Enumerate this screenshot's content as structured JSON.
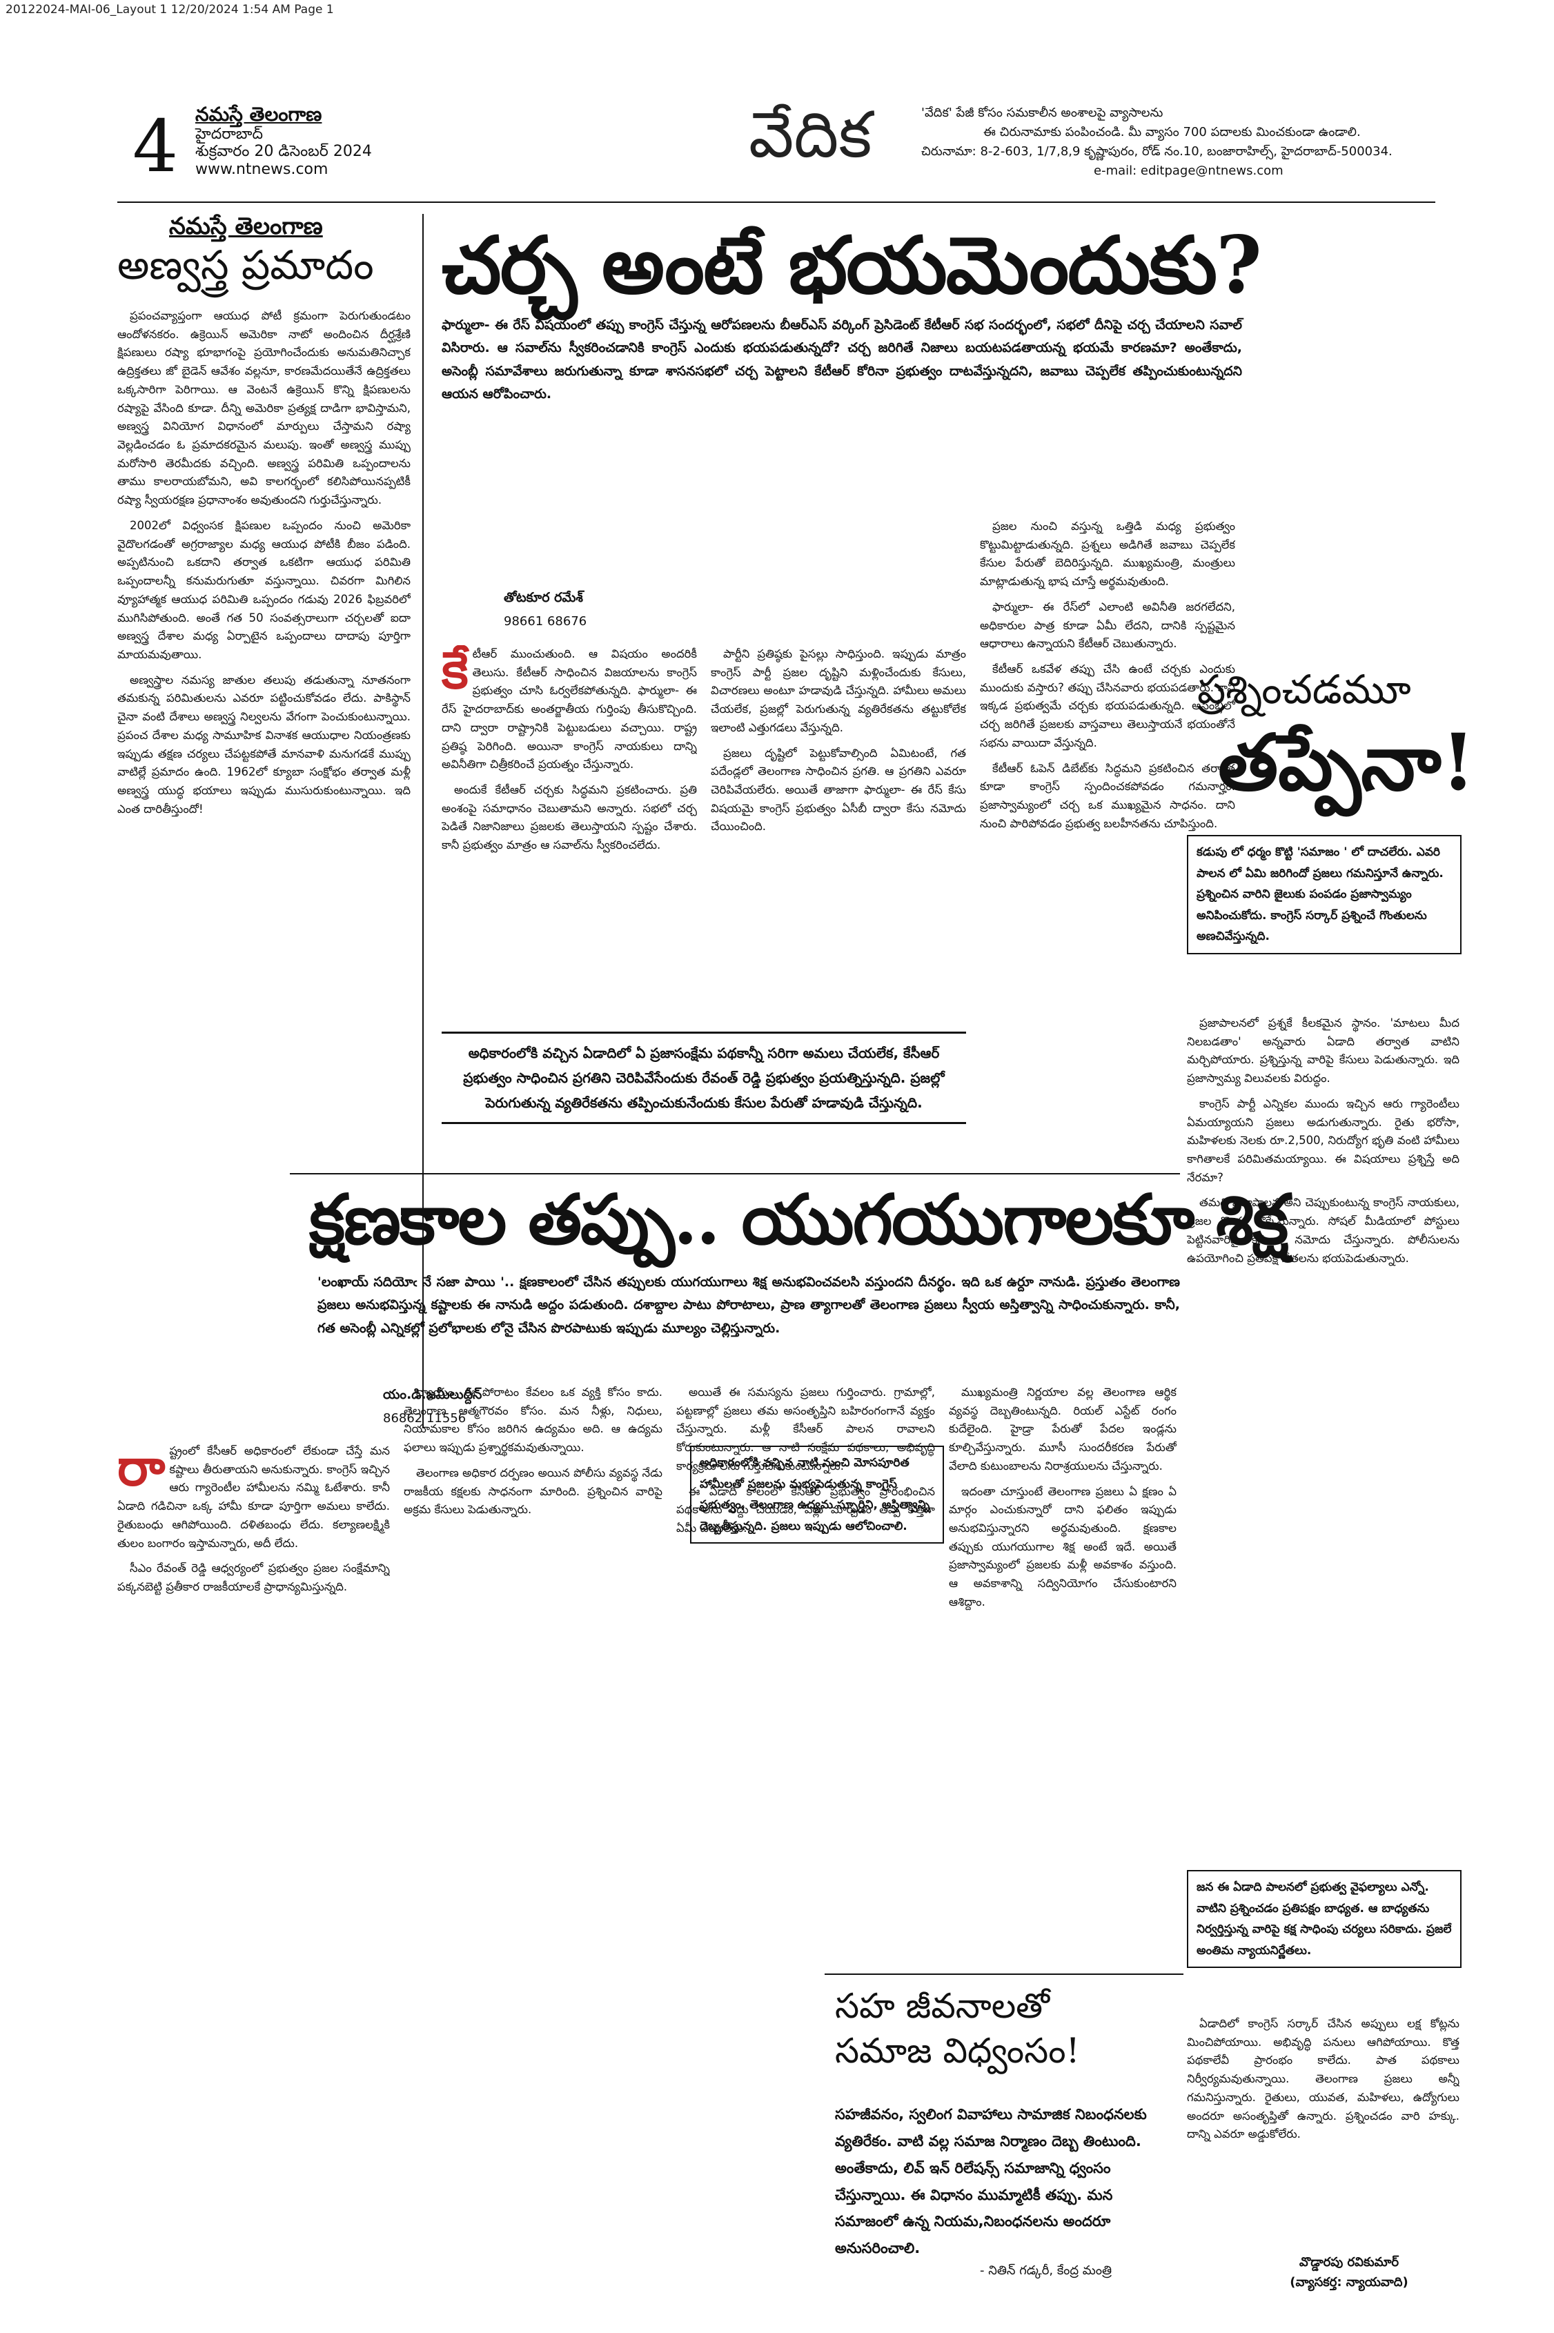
{
  "print_header": {
    "file_info": "20122024-MAI-06_Layout 1  12/20/2024  1:54 AM  Page 1"
  },
  "masthead": {
    "page_number": "4",
    "paper_name": "నమస్తే తెలంగాణ",
    "city": "హైదరాబాద్",
    "date": "శుక్రవారం 20 డిసెంబర్ 2024",
    "website": "www.ntnews.com",
    "section_title": "వేదిక",
    "contact": {
      "line1": "'వేదిక' పేజీ కోసం సమకాలీన అంశాలపై వ్యాసాలను",
      "line2": "ఈ చిరునామాకు పంపించండి. మీ వ్యాసం 700 పదాలకు మించకుండా ఉండాలి.",
      "line3": "చిరునామా: 8-2-603, 1/7,8,9 కృష్ణాపురం, రోడ్ నం.10, బంజారాహిల్స్, హైదరాబాద్-500034.",
      "line4": "e-mail: editpage@ntnews.com"
    }
  },
  "editorial": {
    "label": "నమస్తే తెలంగాణ",
    "title": "అణ్వస్త్ర ప్రమాదం",
    "paragraphs": [
      "ప్రపంచవ్యాప్తంగా ఆయుధ పోటీ క్రమంగా పెరుగుతుండటం ఆందోళనకరం. ఉక్రెయిన్ అమెరికా నాటో అందించిన దీర్ఘశ్రేణి క్షిపణులు రష్యా భూభాగంపై ప్రయోగించేందుకు అనుమతినిచ్చాక ఉద్రిక్తతలు జో బైడెన్ ఆవేశం వల్లనూ, కారణమేదయితేనే ఉద్రిక్తతలు ఒక్కసారిగా పెరిగాయి. ఆ వెంటనే ఉక్రెయిన్ కొన్ని క్షిపణులను రష్యాపై వేసింది కూడా. దీన్ని అమెరికా ప్రత్యక్ష దాడిగా భావిస్తామని, అణ్వస్త్ర వినియోగ విధానంలో మార్పులు చేస్తామని రష్యా వెల్లడించడం ఓ ప్రమాదకరమైన మలుపు. ఇంతో అణ్వస్త్ర ముప్పు మరోసారి తెరమీదకు వచ్చింది. అణ్వస్త్ర పరిమితి ఒప్పందాలను తాము కాలరాయబోమని, అవి కాలగర్భంలో కలిసిపోయినప్పటికీ రష్యా స్వీయరక్షణ ప్రధానాంశం అవుతుందని గుర్తుచేస్తున్నారు.",
      "2002లో విధ్వంసక క్షిపణుల ఒప్పందం నుంచి అమెరికా వైదొలగడంతో అగ్రరాజ్యాల మధ్య ఆయుధ పోటీకి బీజం పడింది. అప్పటినుంచి ఒకదాని తర్వాత ఒకటిగా ఆయుధ పరిమితి ఒప్పందాలన్నీ కనుమరుగుతూ వస్తున్నాయి. చివరగా మిగిలిన వ్యూహాత్మక ఆయుధ పరిమితి ఒప్పందం గడువు 2026 ఫిబ్రవరిలో ముగిసిపోతుంది. అంతే గత 50 సంవత్సరాలుగా చర్చలతో ఐదా అణ్వస్త్ర దేశాల మధ్య ఏర్పాటైన ఒప్పందాలు దాదాపు పూర్తిగా మాయమవుతాయి.",
      "అణ్వస్త్రాల నమస్య జాతుల తలుపు తడుతున్నా నూతనంగా తమకున్న పరిమితులను ఎవరూ పట్టించుకోవడం లేదు. పాకిస్థాన్ చైనా వంటి దేశాలు అణ్వస్త్ర నిల్వలను వేగంగా పెంచుకుంటున్నాయి. ప్రపంచ దేశాల మధ్య సామూహిక వినాశక ఆయుధాల నియంత్రణకు ఇప్పుడు తక్షణ చర్యలు చేపట్టకపోతే మానవాళి మనుగడకే ముప్పు వాటిల్లే ప్రమాదం ఉంది. 1962లో క్యూబా సంక్షోభం తర్వాత మళ్లీ అణ్వస్త్ర యుద్ధ భయాలు ఇప్పుడు ముసురుకుంటున్నాయి. ఇది ఎంత దారితీస్తుందో!"
    ]
  },
  "lead_article": {
    "headline": "చర్చ అంటే భయమెందుకు?",
    "standfirst": "ఫార్ములా- ఈ రేస్ విషయంలో తప్పు కాంగ్రెస్ చేస్తున్న ఆరోపణలను బీఆర్‌ఎస్ వర్కింగ్ ప్రెసిడెంట్ కేటీఆర్ సభ సందర్భంలో, సభలో దీనిపై చర్చ చేయాలని సవాల్ విసిరారు. ఆ సవాల్‌ను స్వీకరించడానికి కాంగ్రెస్ ఎందుకు భయపడుతున్నదో? చర్చ జరిగితే నిజాలు బయటపడతాయన్న భయమే కారణమా? అంతేకాదు, అసెంబ్లీ సమావేశాలు జరుగుతున్నా కూడా శాసనసభలో చర్చ పెట్టాలని కేటీఆర్ కోరినా ప్రభుత్వం దాటవేస్తున్నదని, జవాబు చెప్పలేక తప్పించుకుంటున్నదని ఆయన ఆరోపించారు.",
    "author": "తోటకూర రమేశ్",
    "phone": "98661 68676",
    "dropcap": "కే",
    "col1": [
      "టీఆర్ ముంచుతుంది. ఆ విషయం అందరికీ తెలుసు. కేటీఆర్ సాధించిన విజయాలను కాంగ్రెస్ ప్రభుత్వం చూసి ఓర్వలేకపోతున్నది. ఫార్ములా- ఈ రేస్ హైదరాబాద్‌కు అంతర్జాతీయ గుర్తింపు తీసుకొచ్చింది. దాని ద్వారా రాష్ట్రానికి పెట్టుబడులు వచ్చాయి. రాష్ట్ర ప్రతిష్ఠ పెరిగింది. అయినా కాంగ్రెస్ నాయకులు దాన్ని అవినీతిగా చిత్రీకరించే ప్రయత్నం చేస్తున్నారు.",
      "అందుకే కేటీఆర్ చర్చకు సిద్ధమని ప్రకటించారు. ప్రతి అంశంపై సమాధానం చెబుతామని అన్నారు. సభలో చర్చ పెడితే నిజానిజాలు ప్రజలకు తెలుస్తాయని స్పష్టం చేశారు. కానీ ప్రభుత్వం మాత్రం ఆ సవాల్‌ను స్వీకరించలేదు."
    ],
    "col2": [
      "పార్టీని ప్రతిష్ఠకు పైసల్లు సాధిస్తుంది. ఇప్పుడు మాత్రం కాంగ్రెస్ పార్టీ ప్రజల దృష్టిని మళ్లించేందుకు కేసులు, విచారణలు అంటూ హడావుడి చేస్తున్నది. హామీలు అమలు చేయలేక, ప్రజల్లో పెరుగుతున్న వ్యతిరేకతను తట్టుకోలేక ఇలాంటి ఎత్తుగడలు వేస్తున్నది.",
      "ప్రజలు దృష్టిలో పెట్టుకోవాల్సింది ఏమిటంటే, గత పదేండ్లలో తెలంగాణ సాధించిన ప్రగతి. ఆ ప్రగతిని ఎవరూ చెరిపివేయలేరు. అయితే తాజాగా ఫార్ములా- ఈ రేస్ కేసు విషయమై కాంగ్రెస్ ప్రభుత్వం ఏసీబీ ద్వారా కేసు నమోదు చేయించింది."
    ],
    "col3": [
      "ప్రజల నుంచి వస్తున్న ఒత్తిడి మధ్య ప్రభుత్వం కొట్టుమిట్టాడుతున్నది. ప్రశ్నలు అడిగితే జవాబు చెప్పలేక కేసుల పేరుతో బెదిరిస్తున్నది. ముఖ్యమంత్రి, మంత్రులు మాట్లాడుతున్న భాష చూస్తే అర్థమవుతుంది.",
      "ఫార్ములా- ఈ రేస్‌లో ఎలాంటి అవినీతి జరగలేదని, అధికారుల పాత్ర కూడా ఏమీ లేదని, దానికి స్పష్టమైన ఆధారాలు ఉన్నాయని కేటీఆర్ చెబుతున్నారు.",
      "కేటీఆర్ ఒకవేళ తప్పు చేసి ఉంటే చర్చకు ఎందుకు ముందుకు వస్తారు? తప్పు చేసినవారు భయపడతారు. కానీ ఇక్కడ ప్రభుత్వమే చర్చకు భయపడుతున్నది. అసెంబ్లీలో చర్చ జరిగితే ప్రజలకు వాస్తవాలు తెలుస్తాయనే భయంతోనే సభను వాయిదా వేస్తున్నది.",
      "కేటీఆర్ ఓపెన్ డిబేట్‌కు సిద్ధమని ప్రకటించిన తర్వాత కూడా కాంగ్రెస్ స్పందించకపోవడం గమనార్హం. ప్రజాస్వామ్యంలో చర్చ ఒక ముఖ్యమైన సాధనం. దాని నుంచి పారిపోవడం ప్రభుత్వ బలహీనతను చూపిస్తుంది."
    ],
    "pullquote": "అధికారంలోకి వచ్చిన ఏడాదిలో ఏ ప్రజాసంక్షేమ పథకాన్నీ సరిగా అమలు చేయలేక, కేసీఆర్ ప్రభుత్వం సాధించిన ప్రగతిని చెరిపివేసేందుకు రేవంత్ రెడ్డి ప్రభుత్వం ప్రయత్నిస్తున్నది. ప్రజల్లో పెరుగుతున్న వ్యతిరేకతను తప్పించుకునేందుకు కేసుల పేరుతో హడావుడి చేస్తున్నది."
  },
  "question_column": {
    "title_line1": "ప్రశ్నించడమూ",
    "title_line2": "తప్పేనా!",
    "box": "కడుపు లో ధర్మం కొట్టి 'సమాజం ' లో దాచలేరు. ఎవరి పాలన లో ఏమి జరిగిందో ప్రజలు గమనిస్తూనే ఉన్నారు. ప్రశ్నించిన వారిని జైలుకు పంపడం ప్రజాస్వామ్యం అనిపించుకోదు. కాంగ్రెస్ సర్కార్ ప్రశ్నించే గొంతులను అణచివేస్తున్నది.",
    "paragraphs": [
      "ప్రజాపాలనలో ప్రశ్నకే కీలకమైన స్థానం. 'మాటలు మీద నిలబడతాం' అన్నవారు ఏడాది తర్వాత వాటిని మర్చిపోయారు. ప్రశ్నిస్తున్న వారిపై కేసులు పెడుతున్నారు. ఇది ప్రజాస్వామ్య విలువలకు విరుద్ధం.",
      "కాంగ్రెస్ పార్టీ ఎన్నికల ముందు ఇచ్చిన ఆరు గ్యారెంటీలు ఏమయ్యాయని ప్రజలు అడుగుతున్నారు. రైతు భరోసా, మహిళలకు నెలకు రూ.2,500, నిరుద్యోగ భృతి వంటి హామీలు కాగితాలకే పరిమితమయ్యాయి. ఈ విషయాలు ప్రశ్నిస్తే అది నేరమా?",
      "తమది ప్రజాపాలన అని చెప్పుకుంటున్న కాంగ్రెస్ నాయకులు, ప్రజల గొంతు నొక్కేస్తున్నారు. సోషల్ మీడియాలో పోస్టులు పెట్టినవారిపై కేసులు నమోదు చేస్తున్నారు. పోలీసులను ఉపయోగించి ప్రతిపక్ష నేతలను భయపెడుతున్నారు."
    ],
    "box2": "జన ఈ ఏడాది పాలనలో ప్రభుత్వ వైఫల్యాలు ఎన్నో. వాటిని ప్రశ్నించడం ప్రతిపక్షం బాధ్యత. ఆ బాధ్యతను నిర్వర్తిస్తున్న వారిపై కక్ష సాధింపు చర్యలు సరికాదు. ప్రజలే అంతిమ న్యాయనిర్ణేతలు.",
    "paragraphs2": [
      "ఏడాదిలో కాంగ్రెస్ సర్కార్ చేసిన అప్పులు లక్ష కోట్లను మించిపోయాయి. అభివృద్ధి పనులు ఆగిపోయాయి. కొత్త పథకాలేవీ ప్రారంభం కాలేదు. పాత పథకాలు నిర్వీర్యమవుతున్నాయి. తెలంగాణ ప్రజలు అన్నీ గమనిస్తున్నారు. రైతులు, యువత, మహిళలు, ఉద్యోగులు అందరూ అసంతృప్తితో ఉన్నారు. ప్రశ్నించడం వారి హక్కు. దాన్ని ఎవరూ అడ్డుకోలేరు."
    ],
    "author": "వొడ్డారపు రవికుమార్",
    "author_role": "(వ్యాసకర్త: న్యాయవాది)"
  },
  "second_article": {
    "headline": "క్షణకాల తప్పు.. యుగయుగాలకూ శిక్ష",
    "standfirst": "'లంఖాయ్ సదియోఁ నే సజా పాయి '.. క్షణకాలంలో చేసిన తప్పులకు యుగయుగాలు శిక్ష అనుభవించవలసి వస్తుందని దీనర్థం. ఇది ఒక ఉర్దూ నానుడి. ప్రస్తుతం తెలంగాణ ప్రజలు అనుభవిస్తున్న కష్టాలకు ఈ నానుడి అద్దం పడుతుంది. దశాబ్దాల పాటు పోరాటాలు, ప్రాణ త్యాగాలతో తెలంగాణ ప్రజలు స్వీయ అస్తిత్వాన్ని సాధించుకున్నారు. కానీ, గత అసెంబ్లీ ఎన్నికల్లో ప్రలోభాలకు లోనై చేసిన పొరపాటుకు ఇప్పుడు మూల్యం చెల్లిస్తున్నారు.",
    "author": "యం.డి.జమీలుద్దీన్",
    "phone": "86862 11556",
    "dropcap": "రా",
    "col1": [
      "ష్ట్రంలో కేసీఆర్ అధికారంలో లేకుండా చేస్తే మన కష్టాలు తీరుతాయని అనుకున్నారు. కాంగ్రెస్ ఇచ్చిన ఆరు గ్యారెంటీల హామీలను నమ్మి ఓటేశారు. కానీ ఏడాది గడిచినా ఒక్క హామీ కూడా పూర్తిగా అమలు కాలేదు. రైతుబంధు ఆగిపోయింది. దళితబంధు లేదు. కల్యాణలక్ష్మికి తులం బంగారం ఇస్తామన్నారు, అదీ లేదు.",
      "సీఎం రేవంత్ రెడ్డి ఆధ్వర్యంలో ప్రభుత్వం ప్రజల సంక్షేమాన్ని పక్కనబెట్టి ప్రతీకార రాజకీయాలకే ప్రాధాన్యమిస్తున్నది."
    ],
    "col2": [
      "న్యాయం. ఈ పోరాటం కేవలం ఒక వ్యక్తి కోసం కాదు. తెలంగాణ ఆత్మగౌరవం కోసం. మన నీళ్లు, నిధులు, నియామకాల కోసం జరిగిన ఉద్యమం అది. ఆ ఉద్యమ ఫలాలు ఇప్పుడు ప్రశ్నార్థకమవుతున్నాయి.",
      "తెలంగాణ అధికార దర్పణం అయిన పోలీసు వ్యవస్థ నేడు రాజకీయ కక్షలకు సాధనంగా మారింది. ప్రశ్నించిన వారిపై అక్రమ కేసులు పెడుతున్నారు."
    ],
    "col3": [
      "అయితే ఈ సమస్యను ప్రజలు గుర్తించారు. గ్రామాల్లో, పట్టణాల్లో ప్రజలు తమ అసంతృప్తిని బహిరంగంగానే వ్యక్తం చేస్తున్నారు. మళ్లీ కేసీఆర్ పాలన రావాలని కోరుకుంటున్నారు. ఆ నాటి సంక్షేమ పథకాలు, అభివృద్ధి కార్యక్రమాలను గుర్తుచేసుకుంటున్నారు.",
      "ఈ ఏడాది కాలంలో కేసీఆర్ ప్రభుత్వం ప్రారంభించిన పథకాలను రద్దు చేయడం, పేర్లు మార్చడం తప్ప కొత్తగా ఏమీ చేయలేదు."
    ],
    "col4": [
      "ముఖ్యమంత్రి నిర్ణయాల వల్ల తెలంగాణ ఆర్థిక వ్యవస్థ దెబ్బతింటున్నది. రియల్ ఎస్టేట్ రంగం కుదేలైంది. హైడ్రా పేరుతో పేదల ఇండ్లను కూల్చివేస్తున్నారు. మూసీ సుందరీకరణ పేరుతో వేలాది కుటుంబాలను నిరాశ్రయులను చేస్తున్నారు.",
      "ఇదంతా చూస్తుంటే తెలంగాణ ప్రజలు ఏ క్షణం ఏ మార్గం ఎంచుకున్నారో దాని ఫలితం ఇప్పుడు అనుభవిస్తున్నారని అర్థమవుతుంది. క్షణకాల తప్పుకు యుగయుగాల శిక్ష అంటే ఇదే. అయితే ప్రజాస్వామ్యంలో ప్రజలకు మళ్లీ అవకాశం వస్తుంది. ఆ అవకాశాన్ని సద్వినియోగం చేసుకుంటారని ఆశిద్దాం."
    ],
    "box": "అధికారంలోకి వచ్చిన నాటి నుంచి మోసపూరిత హామీలతో ప్రజలను మభ్యపెడుతున్న కాంగ్రెస్ ప్రభుత్వం, తెలంగాణ ఉద్యమ స్ఫూర్తిని, అస్తిత్వాన్ని దెబ్బతీస్తున్నది. ప్రజలు ఇప్పుడు ఆలోచించాలి."
  },
  "quote_box": {
    "title_line1": "సహ జీవనాలతో",
    "title_line2": "సమాజ విధ్వంసం!",
    "body": "సహజీవనం, స్వలింగ వివాహాలు సామాజిక నిబంధనలకు వ్యతిరేకం. వాటి వల్ల సమాజ నిర్మాణం దెబ్బ తింటుంది. అంతేకాదు, లివ్ ఇన్ రిలేషన్స్ సమాజాన్ని ధ్వంసం చేస్తున్నాయి. ఈ విధానం ముమ్మాటికీ తప్పు. మన సమాజంలో ఉన్న నియమ,నిబంధనలను అందరూ అనుసరించాలి.",
    "attribution": "- నితిన్ గడ్కరీ, కేంద్ర మంత్రి"
  }
}
